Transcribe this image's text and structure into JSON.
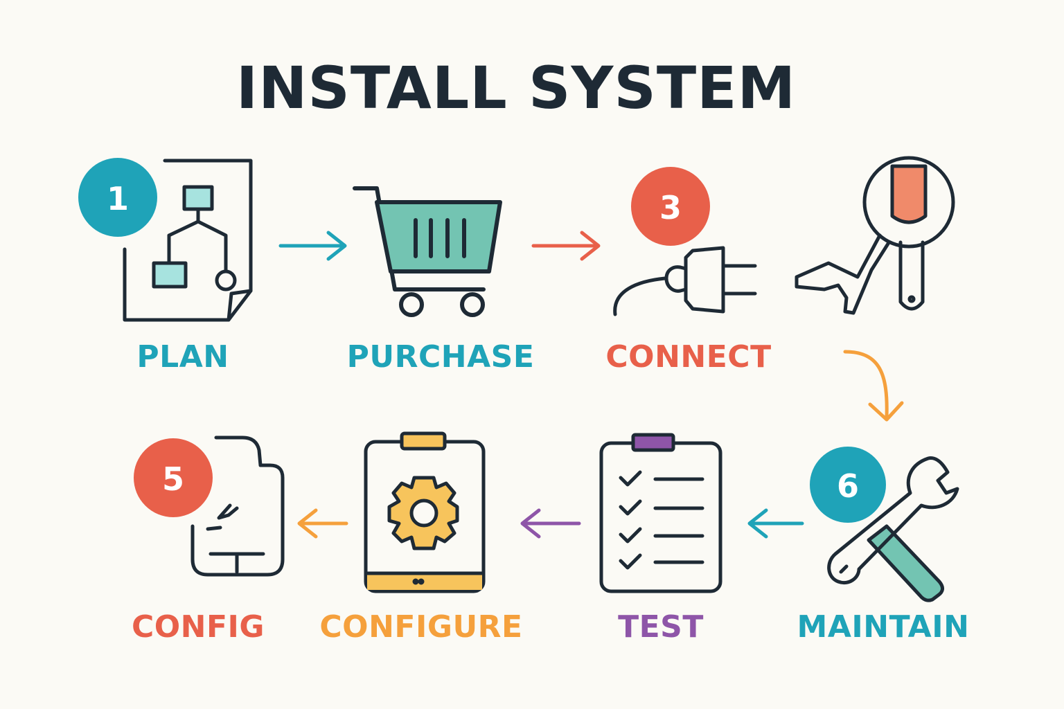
{
  "title": "INSTALL SYSTEM",
  "colors": {
    "teal": "#1fa3b8",
    "orange_red": "#e8604a",
    "orange": "#f5a03c",
    "purple": "#8e55a8",
    "dark": "#1e2a35",
    "mint": "#7fcfc0",
    "gear_yellow": "#f7c45c"
  },
  "steps": [
    {
      "number": "1",
      "label": "PLAN",
      "icon": "flowchart-document-icon",
      "color": "#1fa3b8"
    },
    {
      "number": "",
      "label": "PURCHASE",
      "icon": "shopping-cart-icon",
      "color": "#1fa3b8"
    },
    {
      "number": "3",
      "label": "CONNECT",
      "icon": "power-plug-icon",
      "color": "#e8604a"
    },
    {
      "number": "",
      "label": "",
      "icon": "wrench-hand-icon",
      "color": "#e8604a"
    },
    {
      "number": "6",
      "label": "MAINTAIN",
      "icon": "wrench-hammer-icon",
      "color": "#1fa3b8"
    },
    {
      "number": "",
      "label": "TEST",
      "icon": "checklist-clipboard-icon",
      "color": "#8e55a8"
    },
    {
      "number": "",
      "label": "CONFIGURE",
      "icon": "gear-tablet-icon",
      "color": "#f5a03c"
    },
    {
      "number": "5",
      "label": "CONFIG",
      "icon": "document-edit-icon",
      "color": "#e8604a"
    }
  ]
}
